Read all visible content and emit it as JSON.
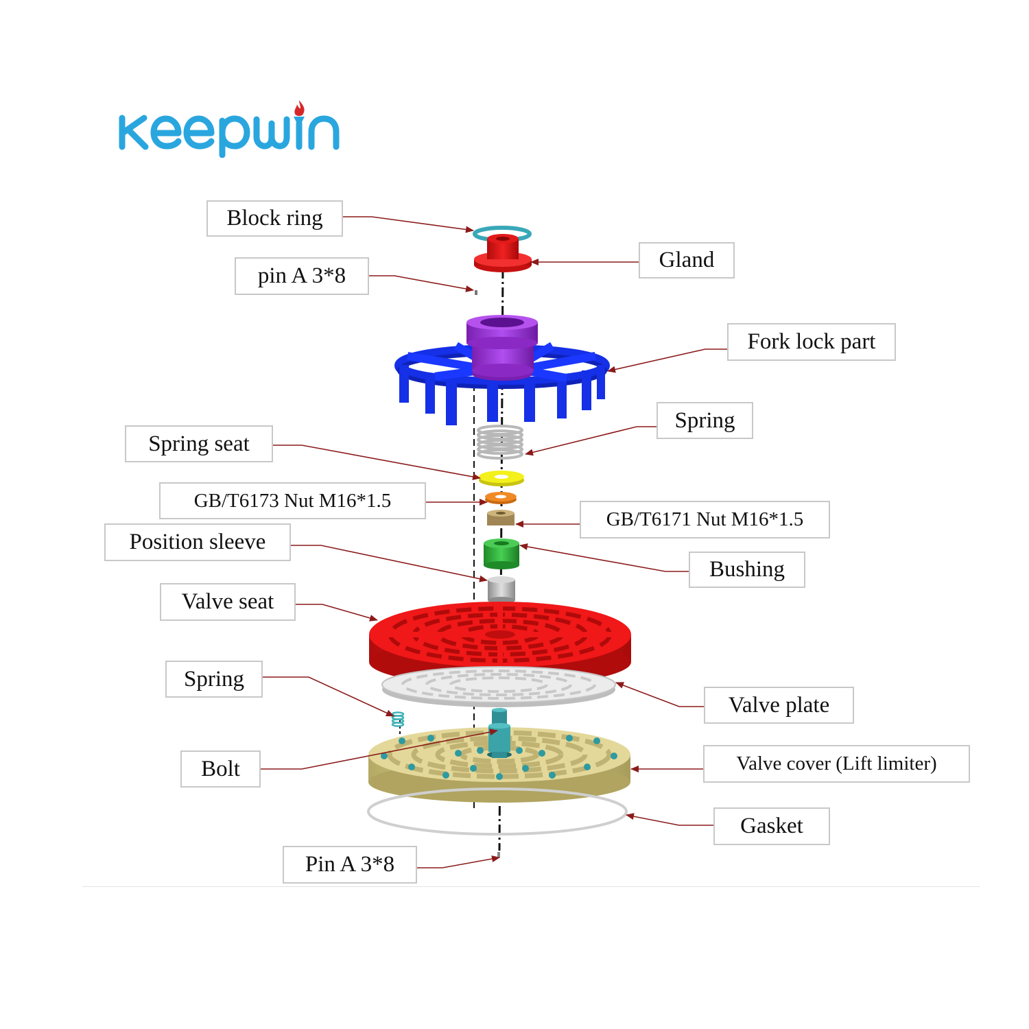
{
  "brand": {
    "name": "KEEPWIN",
    "color": "#2aa6df",
    "flame_color": "#d6282b"
  },
  "colors": {
    "leader": "#8b1a1a",
    "block_ring": "#39a8b8",
    "gland": "#ee1c1c",
    "fork_lock_hub": "#9b35d6",
    "fork_lock_frame": "#1530e6",
    "spring": "#c9c9c9",
    "spring_seat": "#f3f01c",
    "nut_6173": "#f08a24",
    "nut_6171": "#b69a63",
    "bushing": "#2fb93a",
    "position_sleeve": "#b5b5b5",
    "valve_seat": "#e61616",
    "valve_plate": "#e6e6e6",
    "small_spring": "#3fb3b8",
    "bolt": "#2f8f94",
    "valve_cover": "#d9cf8f",
    "gasket": "#d0d0d0"
  },
  "labels": {
    "block_ring": "Block ring",
    "gland": "Gland",
    "pin_top": "pin A 3*8",
    "fork_lock_part": "Fork lock part",
    "spring_upper": "Spring",
    "spring_seat": "Spring seat",
    "nut_6173": "GB/T6173 Nut M16*1.5",
    "nut_6171": "GB/T6171 Nut M16*1.5",
    "position_sleeve": "Position sleeve",
    "bushing": "Bushing",
    "valve_seat": "Valve seat",
    "spring_lower": "Spring",
    "valve_plate": "Valve plate",
    "bolt": "Bolt",
    "valve_cover": "Valve cover (Lift limiter)",
    "gasket": "Gasket",
    "pin_bottom": "Pin A 3*8"
  }
}
